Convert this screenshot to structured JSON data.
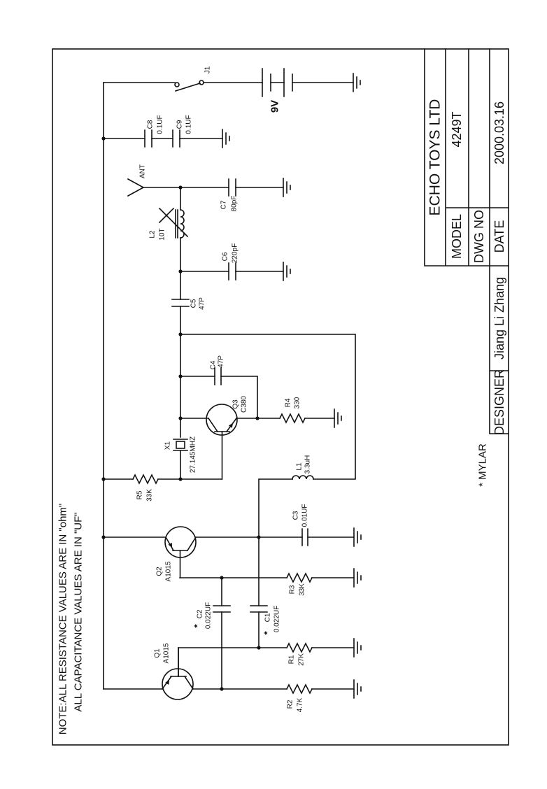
{
  "title_block": {
    "company": "ECHO TOYS LTD",
    "model_label": "MODEL",
    "model_value": "4249T",
    "dwg_label": "DWG NO",
    "dwg_value": "",
    "date_label": "DATE",
    "date_value": "2000.03.16",
    "designer_label": "DESIGNER",
    "designer_value": "Jiang Li Zhang"
  },
  "notes": {
    "line1": "NOTE:ALL RESISTANCE VALUES ARE IN \"ohm\"",
    "line2": "ALL CAPACITANCE VALUES ARE IN \"UF\"",
    "mylar": "* MYLAR"
  },
  "components": {
    "J1": {
      "ref": "J1"
    },
    "BAT": {
      "value": "9V"
    },
    "C8": {
      "ref": "C8",
      "value": "0.1UF"
    },
    "C9": {
      "ref": "C9",
      "value": "0.1UF"
    },
    "ANT": {
      "ref": "ANT"
    },
    "C7": {
      "ref": "C7",
      "value": "80pF"
    },
    "L2": {
      "ref": "L2",
      "value": "10T"
    },
    "C6": {
      "ref": "C6",
      "value": "220pF"
    },
    "C5": {
      "ref": "C5",
      "value": "47P"
    },
    "C4": {
      "ref": "C4",
      "value": "47P"
    },
    "Q3": {
      "ref": "Q3",
      "value": "C380"
    },
    "R4": {
      "ref": "R4",
      "value": "330"
    },
    "X1": {
      "ref": "X1",
      "value": "27.145MHZ"
    },
    "L1": {
      "ref": "L1",
      "value": "3.3uH"
    },
    "R5": {
      "ref": "R5",
      "value": "33K"
    },
    "C3": {
      "ref": "C3",
      "value": "0.01UF"
    },
    "Q2": {
      "ref": "Q2",
      "value": "A1015"
    },
    "R3": {
      "ref": "R3",
      "value": "33K"
    },
    "C2": {
      "ref": "C2",
      "value": "0.022UF",
      "mark": "*"
    },
    "C1": {
      "ref": "C1",
      "value": "0.022UF",
      "mark": "*"
    },
    "Q1": {
      "ref": "Q1",
      "value": "A1015"
    },
    "R1": {
      "ref": "R1",
      "value": "27K"
    },
    "R2": {
      "ref": "R2",
      "value": "4.7K"
    }
  }
}
